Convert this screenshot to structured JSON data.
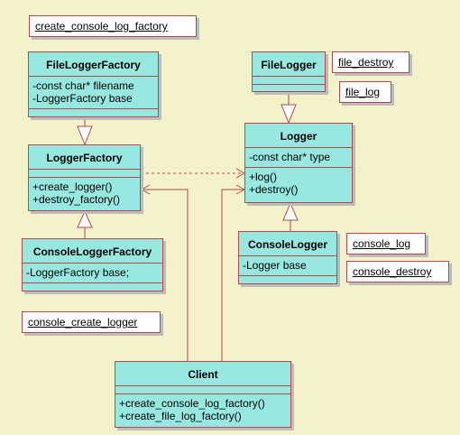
{
  "classes": {
    "file_logger_factory": {
      "name": "FileLoggerFactory",
      "attributes": [
        "-const char* filename",
        "-LoggerFactory base"
      ],
      "operations": []
    },
    "logger_factory": {
      "name": "LoggerFactory",
      "attributes": [],
      "operations": [
        "+create_logger()",
        "+destroy_factory()"
      ]
    },
    "console_logger_factory": {
      "name": "ConsoleLoggerFactory",
      "attributes": [
        "-LoggerFactory base;"
      ],
      "operations": []
    },
    "file_logger": {
      "name": "FileLogger",
      "attributes": [],
      "operations": []
    },
    "logger": {
      "name": "Logger",
      "attributes": [
        "-const char* type"
      ],
      "operations": [
        "+log()",
        "+destroy()"
      ]
    },
    "console_logger": {
      "name": "ConsoleLogger",
      "attributes": [
        "-Logger base"
      ],
      "operations": []
    },
    "client": {
      "name": "Client",
      "attributes": [],
      "operations": [
        "+create_console_log_factory()",
        "+create_file_log_factory()"
      ]
    }
  },
  "notes": {
    "create_console_log_factory": "create_console_log_factory",
    "file_destroy": "file_destroy",
    "file_log": "file_log",
    "console_log": "console_log",
    "console_destroy": "console_destroy",
    "console_create_logger": "console_create_logger"
  },
  "colors": {
    "background": "#f3f2cb",
    "class_fill": "#97e8e0",
    "border": "#b24a4a",
    "note_fill": "#ffffff",
    "shadow": "#bcbcbc"
  }
}
